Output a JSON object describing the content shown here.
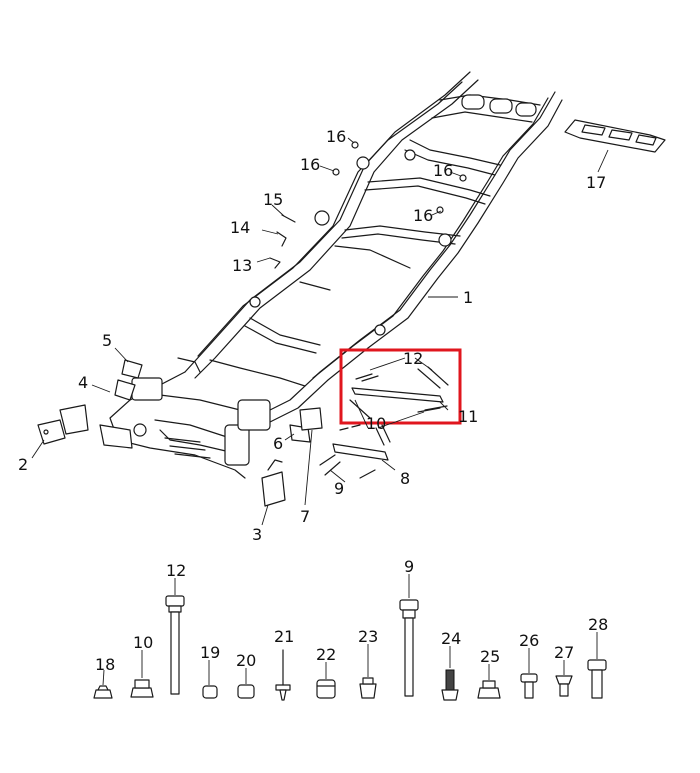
{
  "callouts": {
    "c1": "1",
    "c2": "2",
    "c3": "3",
    "c4": "4",
    "c5": "5",
    "c6": "6",
    "c7": "7",
    "c8": "8",
    "c9": "9",
    "c10": "10",
    "c11": "11",
    "c12": "12",
    "c13": "13",
    "c14": "14",
    "c15": "15",
    "c16a": "16",
    "c16b": "16",
    "c16c": "16",
    "c16d": "16",
    "c17": "17"
  },
  "hardware": {
    "h18": "18",
    "h10": "10",
    "h12": "12",
    "h19": "19",
    "h20": "20",
    "h21": "21",
    "h22": "22",
    "h23": "23",
    "h9": "9",
    "h24": "24",
    "h25": "25",
    "h26": "26",
    "h27": "27",
    "h28": "28"
  },
  "colors": {
    "highlight": "#e0161e",
    "line": "#1a1a1a"
  }
}
